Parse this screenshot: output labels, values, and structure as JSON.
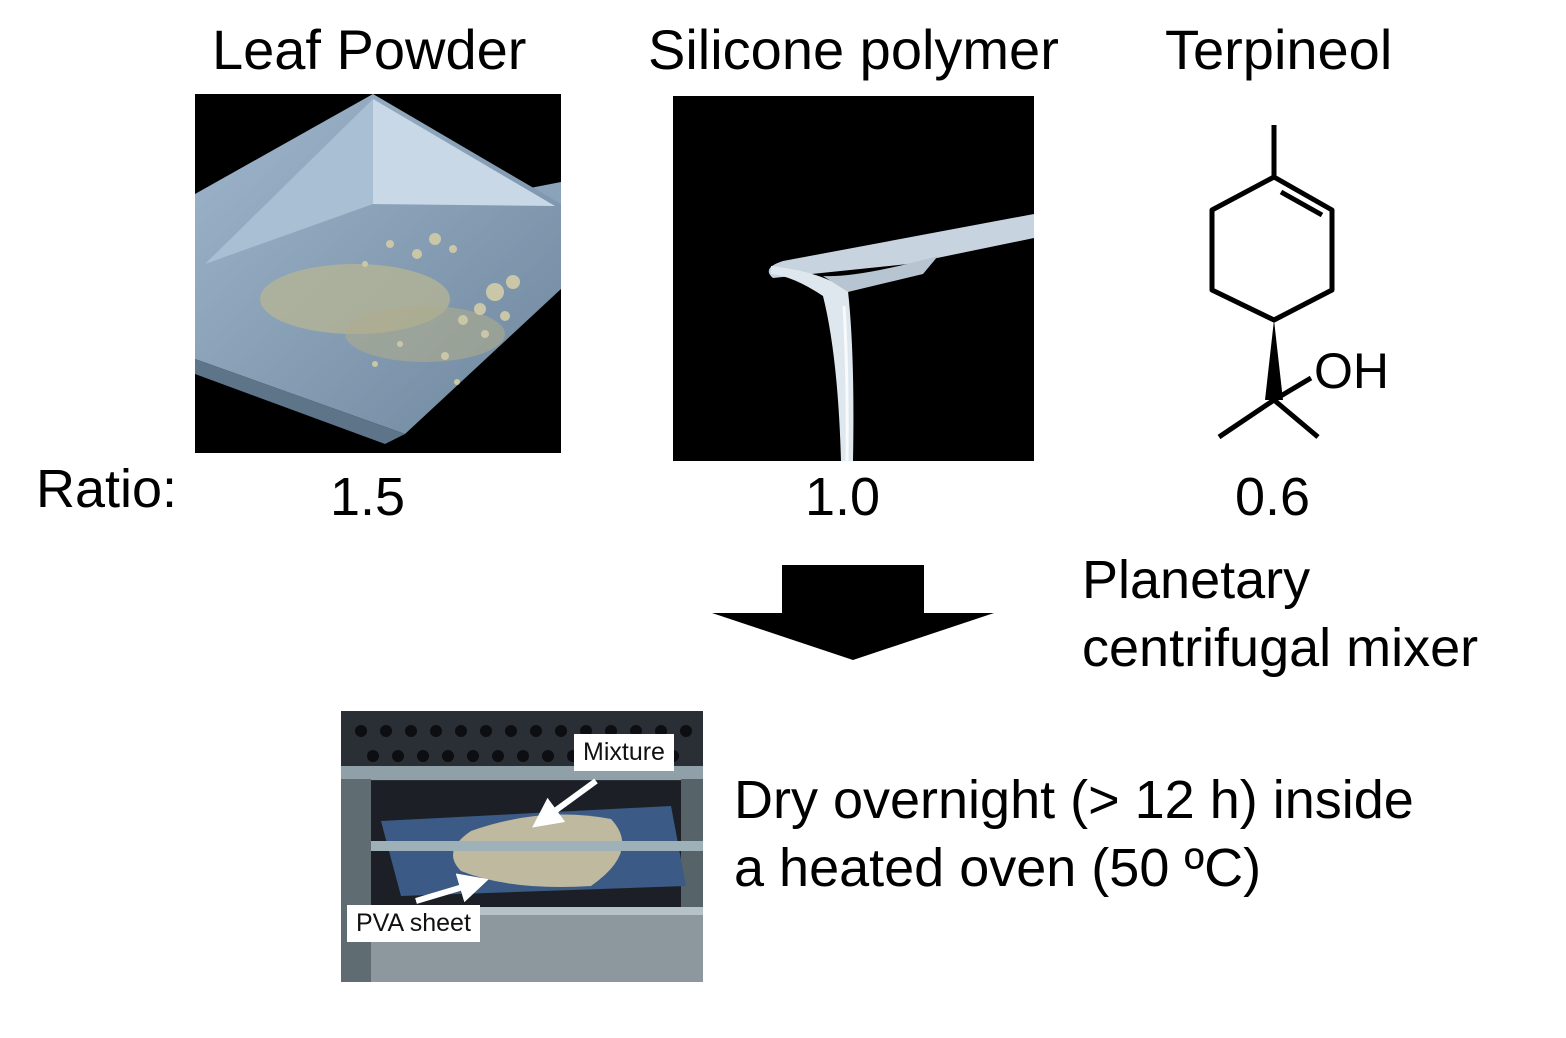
{
  "components": [
    {
      "name": "Leaf Powder",
      "ratio": "1.5"
    },
    {
      "name": "Silicone polymer",
      "ratio": "1.0"
    },
    {
      "name": "Terpineol",
      "ratio": "0.6"
    }
  ],
  "ratio_label": "Ratio:",
  "terpineol_structure": {
    "group_label": "OH",
    "icon": "terpineol-structure-icon"
  },
  "mixing_step": {
    "icon": "down-arrow-icon",
    "line1": "Planetary",
    "line2": "centrifugal mixer"
  },
  "oven_photo": {
    "callout_mixture": "Mixture",
    "callout_sheet": "PVA sheet"
  },
  "drying_step": {
    "line1": "Dry overnight (> 12 h) inside",
    "line2": "a heated oven (50 ºC)"
  }
}
